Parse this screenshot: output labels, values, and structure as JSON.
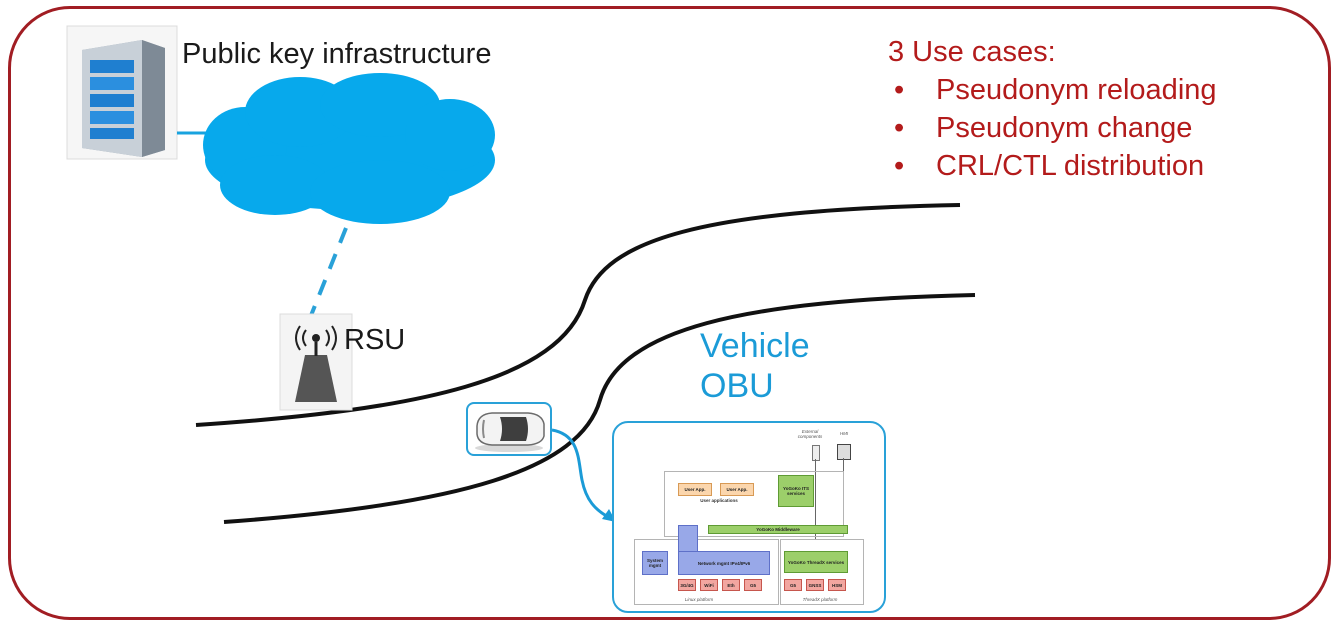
{
  "pki": {
    "label": "Public key infrastructure"
  },
  "rsu": {
    "label": "RSU"
  },
  "vehicle": {
    "line1": "Vehicle",
    "line2": "OBU"
  },
  "use_cases": {
    "title": "3 Use cases:",
    "items": [
      "Pseudonym reloading",
      "Pseudonym change",
      "CRL/CTL distribution"
    ]
  },
  "obu_diagram": {
    "external_components": "External components",
    "hmi": "HMI",
    "user_app_1": "User App.",
    "user_app_2": "User App.",
    "user_applications": "User applications",
    "its_services": "YoGoKo ITS services",
    "middleware": "YoGoKo Middleware",
    "system_mgmt": "System mgmt",
    "network_mgmt": "Network mgmt IPv4/IPv6",
    "threadx_services": "YoGoKo ThreadX services",
    "linux_hw": [
      "3G/4G",
      "WiFi",
      "Eth",
      "G5"
    ],
    "threadx_hw": [
      "G5",
      "GNSS",
      "HSM"
    ],
    "linux_platform": "Linux platform",
    "threadx_platform": "ThreadX platform"
  },
  "colors": {
    "frame": "#a11d23",
    "accent_blue": "#1b9bd7",
    "use_case_red": "#b31b1b"
  }
}
